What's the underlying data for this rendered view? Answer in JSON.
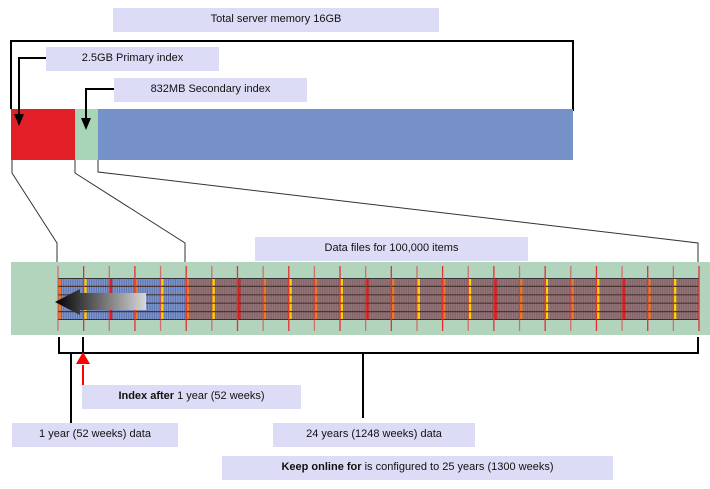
{
  "title": "Total server memory 16GB",
  "memory_bar": {
    "segments": [
      {
        "name": "primary-index",
        "label": "2.5GB Primary index",
        "color": "#e21e26"
      },
      {
        "name": "secondary-index",
        "label": "832MB Secondary index",
        "color": "#a8d5b5"
      },
      {
        "name": "free-memory",
        "label": "",
        "color": "#7690c8"
      }
    ]
  },
  "data_files_label": "Data files for 100,000 items",
  "timeline": {
    "years_total": 25,
    "indexed_years": 5,
    "background_color": "#b2d4bd",
    "indexed_color": "#7f97cf",
    "archived_color": "#94757a",
    "gridline_color": "#e03030"
  },
  "index_after": {
    "bold": "Index after",
    "rest": " 1 year (52 weeks)"
  },
  "one_year_label": "1 year (52 weeks) data",
  "twentyfour_years_label": "24 years (1248 weeks) data",
  "keep_online": {
    "bold": "Keep online for",
    "rest": " is configured to 25 years (1300 weeks)"
  }
}
